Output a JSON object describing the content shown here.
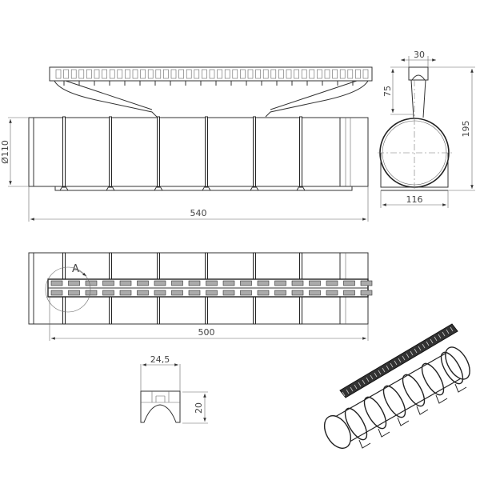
{
  "drawing": {
    "front_view": {
      "length_label": "540",
      "diameter_label": "Ø110"
    },
    "side_view": {
      "top_width_label": "30",
      "grating_height_label": "75",
      "total_height_label": "195",
      "base_width_label": "116"
    },
    "top_view": {
      "grating_length_label": "500",
      "detail_marker": "A"
    },
    "detail_a": {
      "width_label": "24,5",
      "height_label": "20"
    }
  }
}
